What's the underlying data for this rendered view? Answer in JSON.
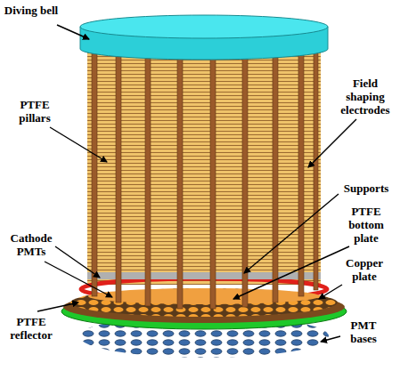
{
  "diagram": {
    "labels": [
      "Diving bell",
      "PTFE pillars",
      "Field shaping electrodes",
      "Supports",
      "PTFE bottom plate",
      "Cathode PMTs",
      "Copper plate",
      "PTFE reflector",
      "PMT bases"
    ]
  }
}
